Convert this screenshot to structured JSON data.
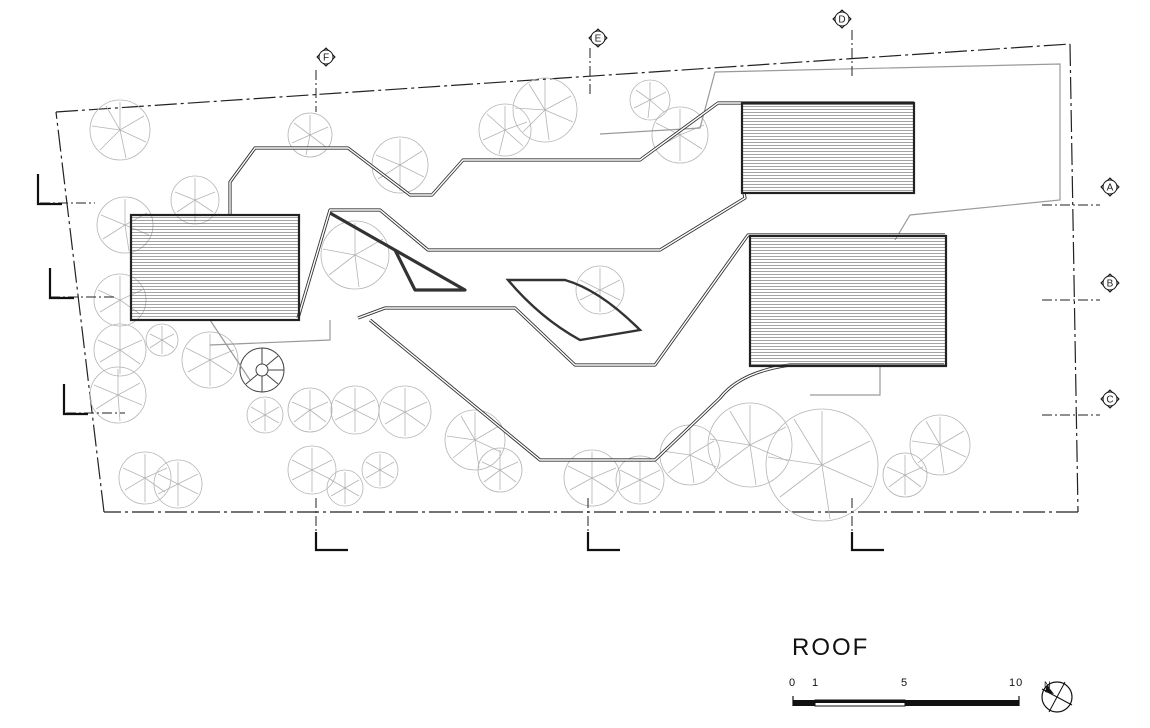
{
  "drawing": {
    "title": "ROOF",
    "grid_labels": [
      "A",
      "B",
      "C",
      "D",
      "E",
      "F"
    ],
    "scale_bar": {
      "ticks": [
        "0",
        "1",
        "5",
        "10"
      ]
    },
    "north_arrow": {
      "label": "N"
    }
  }
}
